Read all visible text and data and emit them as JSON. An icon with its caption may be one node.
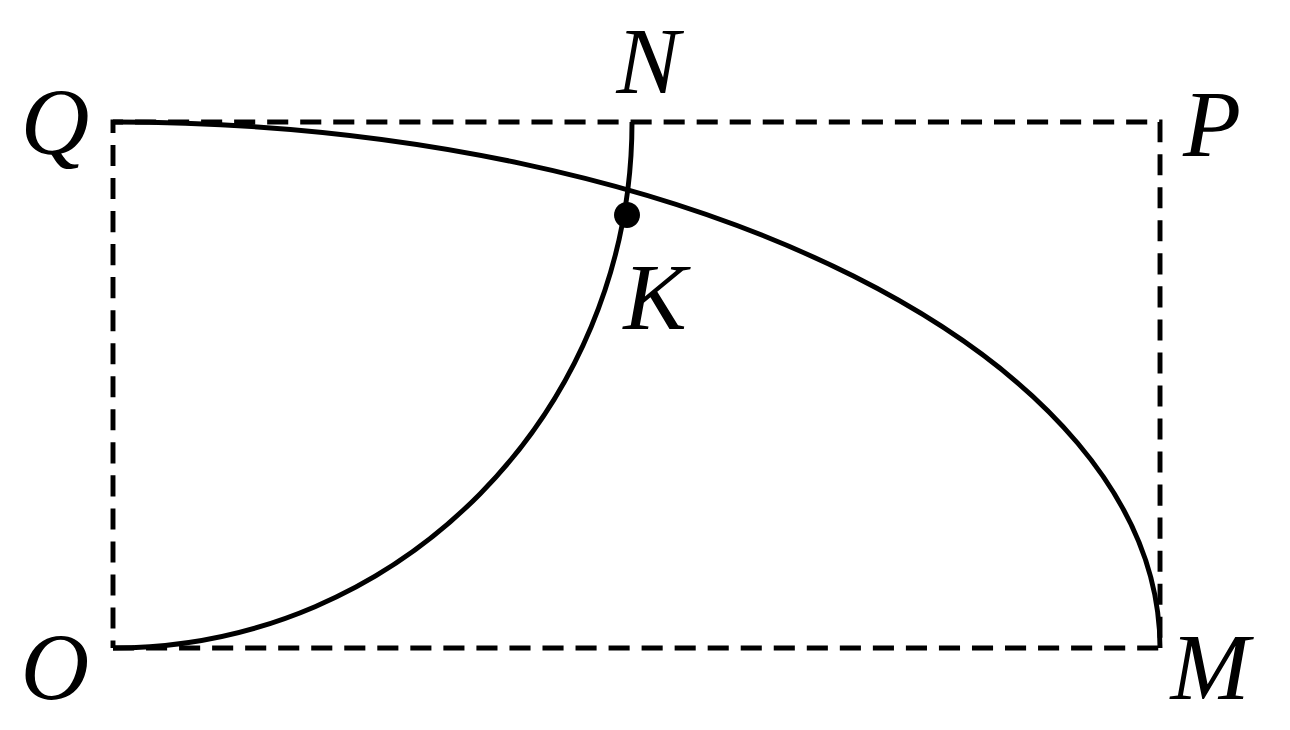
{
  "diagram": {
    "labels": [
      "N",
      "Q",
      "P",
      "K",
      "O",
      "M"
    ]
  }
}
